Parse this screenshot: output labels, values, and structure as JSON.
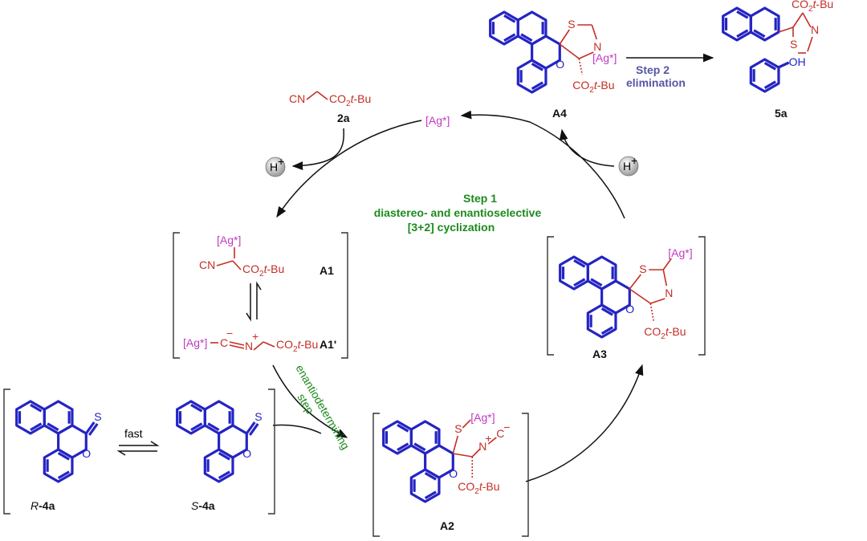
{
  "catalyst": "[Ag*]",
  "proton": {
    "h": "H",
    "plus": "+"
  },
  "ester": {
    "co": "CO",
    "sub": "2",
    "t": "t",
    "bu": "-Bu"
  },
  "atoms": {
    "S": "S",
    "N": "N",
    "O": "O",
    "OH": "OH",
    "CN": "CN",
    "C": "C",
    "minus": "−",
    "plus": "+"
  },
  "labels": {
    "A1": "A1",
    "A1p": "A1'",
    "A2": "A2",
    "A3": "A3",
    "A4": "A4",
    "p5a": "5a",
    "r2a": "2a",
    "R_prefix": "R",
    "S_prefix": "S",
    "suffix4a": "-4a"
  },
  "step1": {
    "title": "Step 1",
    "line2": "diastereo- and enantioselective",
    "line3": "[3+2] cyclization"
  },
  "step2": {
    "title": "Step 2",
    "line2": "elimination"
  },
  "fast": "fast",
  "enantio": {
    "line1": "enantiodetermining",
    "line2": "step"
  }
}
